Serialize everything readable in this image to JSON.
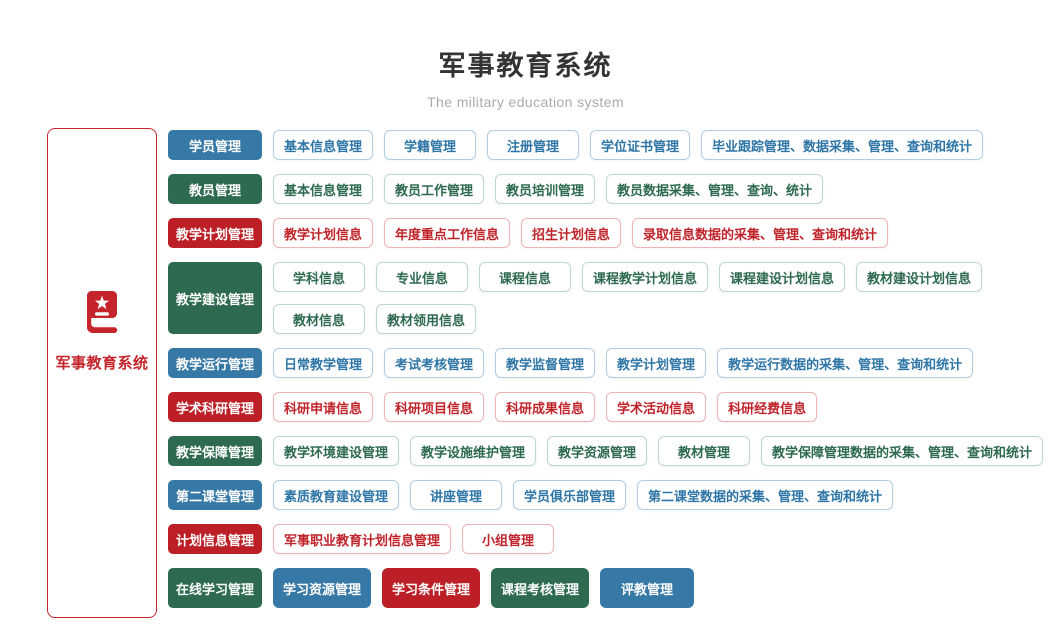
{
  "header": {
    "title": "军事教育系统",
    "subtitle": "The military education system"
  },
  "sidebar": {
    "label": "军事教育系统",
    "icon": "book-star-icon",
    "accent_color": "#c5242b"
  },
  "palette": {
    "blue": {
      "solid": "#3779a6",
      "text": "#2f76a6",
      "border": "#afcee3"
    },
    "green": {
      "solid": "#2d6a4f",
      "text": "#2d6a4f",
      "border": "#bdd8cb"
    },
    "red": {
      "solid": "#bc2026",
      "text": "#c0242b",
      "border": "#efb3b6"
    }
  },
  "rows": [
    {
      "category": {
        "label": "学员管理",
        "color": "blue"
      },
      "tall": false,
      "lines": [
        [
          {
            "label": "基本信息管理",
            "color": "blue",
            "variant": "outline"
          },
          {
            "label": "学籍管理",
            "color": "blue",
            "variant": "outline"
          },
          {
            "label": "注册管理",
            "color": "blue",
            "variant": "outline"
          },
          {
            "label": "学位证书管理",
            "color": "blue",
            "variant": "outline"
          },
          {
            "label": "毕业跟踪管理、数据采集、管理、查询和统计",
            "color": "blue",
            "variant": "outline"
          }
        ]
      ]
    },
    {
      "category": {
        "label": "教员管理",
        "color": "green"
      },
      "tall": false,
      "lines": [
        [
          {
            "label": "基本信息管理",
            "color": "green",
            "variant": "outline"
          },
          {
            "label": "教员工作管理",
            "color": "green",
            "variant": "outline"
          },
          {
            "label": "教员培训管理",
            "color": "green",
            "variant": "outline"
          },
          {
            "label": "教员数据采集、管理、查询、统计",
            "color": "green",
            "variant": "outline"
          }
        ]
      ]
    },
    {
      "category": {
        "label": "教学计划管理",
        "color": "red"
      },
      "tall": false,
      "lines": [
        [
          {
            "label": "教学计划信息",
            "color": "red",
            "variant": "outline"
          },
          {
            "label": "年度重点工作信息",
            "color": "red",
            "variant": "outline"
          },
          {
            "label": "招生计划信息",
            "color": "red",
            "variant": "outline"
          },
          {
            "label": "录取信息数据的采集、管理、查询和统计",
            "color": "red",
            "variant": "outline"
          }
        ]
      ]
    },
    {
      "category": {
        "label": "教学建设管理",
        "color": "green"
      },
      "tall": false,
      "lines": [
        [
          {
            "label": "学科信息",
            "color": "green",
            "variant": "outline"
          },
          {
            "label": "专业信息",
            "color": "green",
            "variant": "outline"
          },
          {
            "label": "课程信息",
            "color": "green",
            "variant": "outline"
          },
          {
            "label": "课程教学计划信息",
            "color": "green",
            "variant": "outline"
          },
          {
            "label": "课程建设计划信息",
            "color": "green",
            "variant": "outline"
          },
          {
            "label": "教材建设计划信息",
            "color": "green",
            "variant": "outline"
          }
        ],
        [
          {
            "label": "教材信息",
            "color": "green",
            "variant": "outline"
          },
          {
            "label": "教材领用信息",
            "color": "green",
            "variant": "outline"
          }
        ]
      ]
    },
    {
      "category": {
        "label": "教学运行管理",
        "color": "blue"
      },
      "tall": false,
      "lines": [
        [
          {
            "label": "日常教学管理",
            "color": "blue",
            "variant": "outline"
          },
          {
            "label": "考试考核管理",
            "color": "blue",
            "variant": "outline"
          },
          {
            "label": "教学监督管理",
            "color": "blue",
            "variant": "outline"
          },
          {
            "label": "教学计划管理",
            "color": "blue",
            "variant": "outline"
          },
          {
            "label": "教学运行数据的采集、管理、查询和统计",
            "color": "blue",
            "variant": "outline"
          }
        ]
      ]
    },
    {
      "category": {
        "label": "学术科研管理",
        "color": "red"
      },
      "tall": false,
      "lines": [
        [
          {
            "label": "科研申请信息",
            "color": "red",
            "variant": "outline"
          },
          {
            "label": "科研项目信息",
            "color": "red",
            "variant": "outline"
          },
          {
            "label": "科研成果信息",
            "color": "red",
            "variant": "outline"
          },
          {
            "label": "学术活动信息",
            "color": "red",
            "variant": "outline"
          },
          {
            "label": "科研经费信息",
            "color": "red",
            "variant": "outline"
          }
        ]
      ]
    },
    {
      "category": {
        "label": "教学保障管理",
        "color": "green"
      },
      "tall": false,
      "lines": [
        [
          {
            "label": "教学环境建设管理",
            "color": "green",
            "variant": "outline"
          },
          {
            "label": "教学设施维护管理",
            "color": "green",
            "variant": "outline"
          },
          {
            "label": "教学资源管理",
            "color": "green",
            "variant": "outline"
          },
          {
            "label": "教材管理",
            "color": "green",
            "variant": "outline"
          },
          {
            "label": "教学保障管理数据的采集、管理、查询和统计",
            "color": "green",
            "variant": "outline"
          }
        ]
      ]
    },
    {
      "category": {
        "label": "第二课堂管理",
        "color": "blue"
      },
      "tall": false,
      "lines": [
        [
          {
            "label": "素质教育建设管理",
            "color": "blue",
            "variant": "outline"
          },
          {
            "label": "讲座管理",
            "color": "blue",
            "variant": "outline"
          },
          {
            "label": "学员俱乐部管理",
            "color": "blue",
            "variant": "outline"
          },
          {
            "label": "第二课堂数据的采集、管理、查询和统计",
            "color": "blue",
            "variant": "outline"
          }
        ]
      ]
    },
    {
      "category": {
        "label": "计划信息管理",
        "color": "red"
      },
      "tall": false,
      "lines": [
        [
          {
            "label": "军事职业教育计划信息管理",
            "color": "red",
            "variant": "outline"
          },
          {
            "label": "小组管理",
            "color": "red",
            "variant": "outline"
          }
        ]
      ]
    },
    {
      "category": {
        "label": "在线学习管理",
        "color": "green"
      },
      "tall": true,
      "lines": [
        [
          {
            "label": "学习资源管理",
            "color": "blue",
            "variant": "solid"
          },
          {
            "label": "学习条件管理",
            "color": "red",
            "variant": "solid"
          },
          {
            "label": "课程考核管理",
            "color": "green",
            "variant": "solid"
          },
          {
            "label": "评教管理",
            "color": "blue",
            "variant": "solid"
          }
        ]
      ]
    }
  ]
}
